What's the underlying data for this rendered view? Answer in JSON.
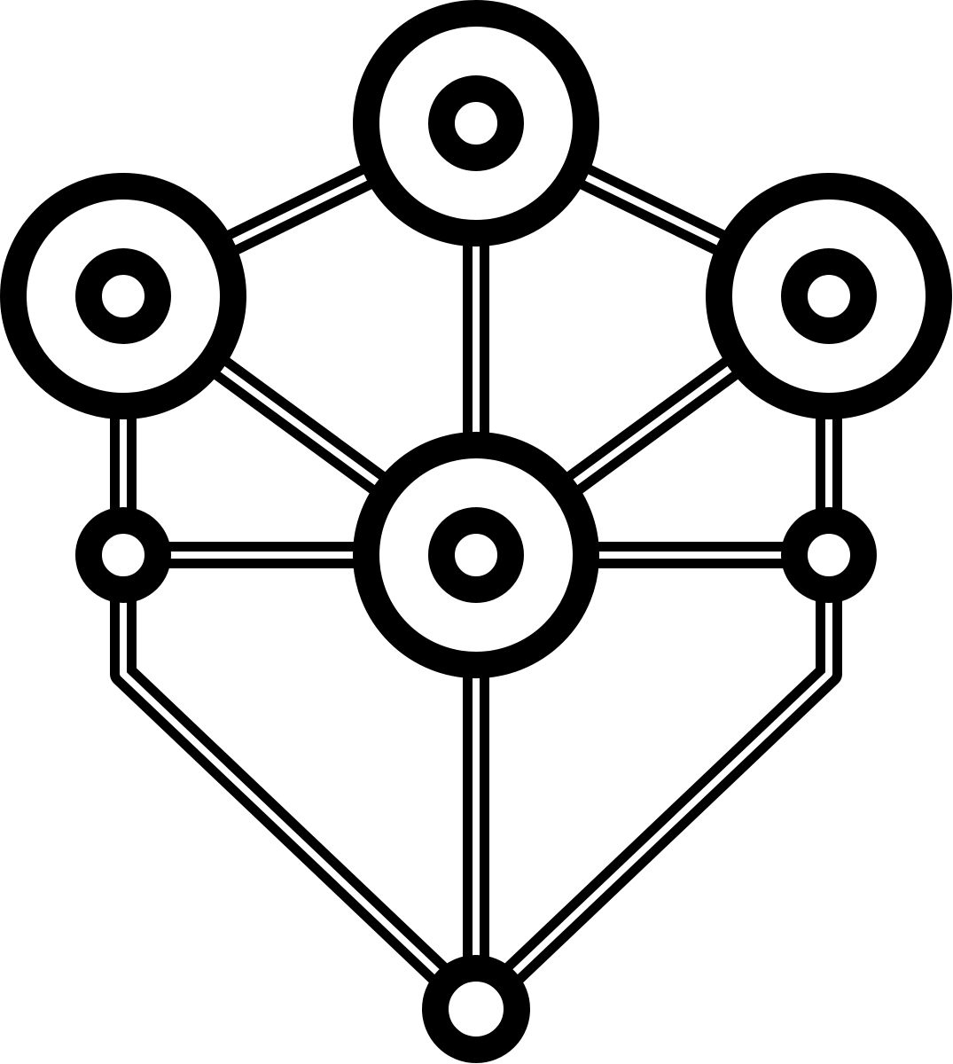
{
  "icon": {
    "name": "network-tree-icon",
    "stroke_color": "#000000",
    "fill_color": "#ffffff",
    "background_color": "#ffffff"
  },
  "nodes": [
    {
      "id": "top",
      "kind": "large"
    },
    {
      "id": "left",
      "kind": "large"
    },
    {
      "id": "right",
      "kind": "large"
    },
    {
      "id": "center",
      "kind": "large"
    },
    {
      "id": "left-small",
      "kind": "small"
    },
    {
      "id": "right-small",
      "kind": "small"
    },
    {
      "id": "bottom",
      "kind": "small"
    }
  ],
  "edges": [
    {
      "from": "top",
      "to": "left",
      "style": "double"
    },
    {
      "from": "top",
      "to": "right",
      "style": "double"
    },
    {
      "from": "top",
      "to": "center",
      "style": "double"
    },
    {
      "from": "left",
      "to": "center",
      "style": "double"
    },
    {
      "from": "right",
      "to": "center",
      "style": "double"
    },
    {
      "from": "left",
      "to": "left-small",
      "style": "double"
    },
    {
      "from": "right",
      "to": "right-small",
      "style": "double"
    },
    {
      "from": "left-small",
      "to": "center",
      "style": "double"
    },
    {
      "from": "right-small",
      "to": "center",
      "style": "double"
    },
    {
      "from": "center",
      "to": "bottom",
      "style": "double"
    },
    {
      "from": "left-small",
      "to": "bottom",
      "style": "double-bent"
    },
    {
      "from": "right-small",
      "to": "bottom",
      "style": "double-bent"
    }
  ]
}
